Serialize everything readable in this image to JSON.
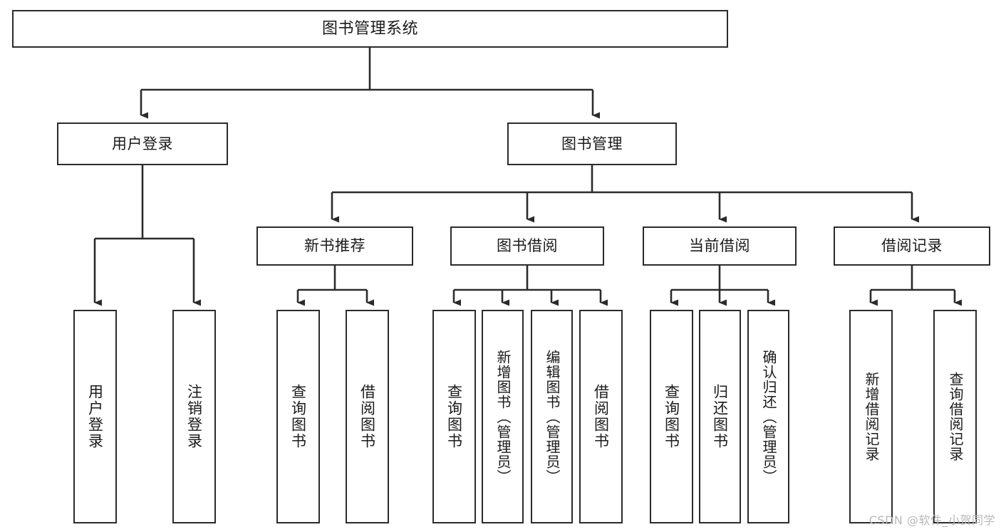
{
  "diagram": {
    "title": "图书管理系统",
    "type": "hierarchy-tree",
    "watermark": "CSDN @软件_小贺同学",
    "colors": {
      "box_border": "#2b2b2b",
      "box_fill": "#ffffff",
      "edge": "#2b2b2b",
      "text": "#1a1a1a",
      "background": "#ffffff",
      "watermark": "#b8b8b8"
    },
    "nodes": {
      "root": {
        "label": "图书管理系统"
      },
      "level2": [
        {
          "id": "user-login",
          "label": "用户登录"
        },
        {
          "id": "book-manage",
          "label": "图书管理"
        }
      ],
      "level3": [
        {
          "id": "new-book-rec",
          "label": "新书推荐"
        },
        {
          "id": "book-borrow",
          "label": "图书借阅"
        },
        {
          "id": "current-borrow",
          "label": "当前借阅"
        },
        {
          "id": "borrow-record",
          "label": "借阅记录"
        }
      ],
      "leaves": {
        "user-login": [
          {
            "id": "leaf-user-login",
            "label": "用户登录"
          },
          {
            "id": "leaf-logout",
            "label": "注销登录"
          }
        ],
        "new-book-rec": [
          {
            "id": "leaf-query-book-1",
            "label": "查询图书"
          },
          {
            "id": "leaf-borrow-book-1",
            "label": "借阅图书"
          }
        ],
        "book-borrow": [
          {
            "id": "leaf-query-book-2",
            "label": "查询图书"
          },
          {
            "id": "leaf-add-book",
            "label": "新增图书（管理员）"
          },
          {
            "id": "leaf-edit-book",
            "label": "编辑图书（管理员）"
          },
          {
            "id": "leaf-borrow-book-2",
            "label": "借阅图书"
          }
        ],
        "current-borrow": [
          {
            "id": "leaf-query-book-3",
            "label": "查询图书"
          },
          {
            "id": "leaf-return-book",
            "label": "归还图书"
          },
          {
            "id": "leaf-confirm-return",
            "label": "确认归还（管理员）"
          }
        ],
        "borrow-record": [
          {
            "id": "leaf-add-record",
            "label": "新增借阅记录"
          },
          {
            "id": "leaf-query-record",
            "label": "查询借阅记录"
          }
        ]
      }
    }
  }
}
